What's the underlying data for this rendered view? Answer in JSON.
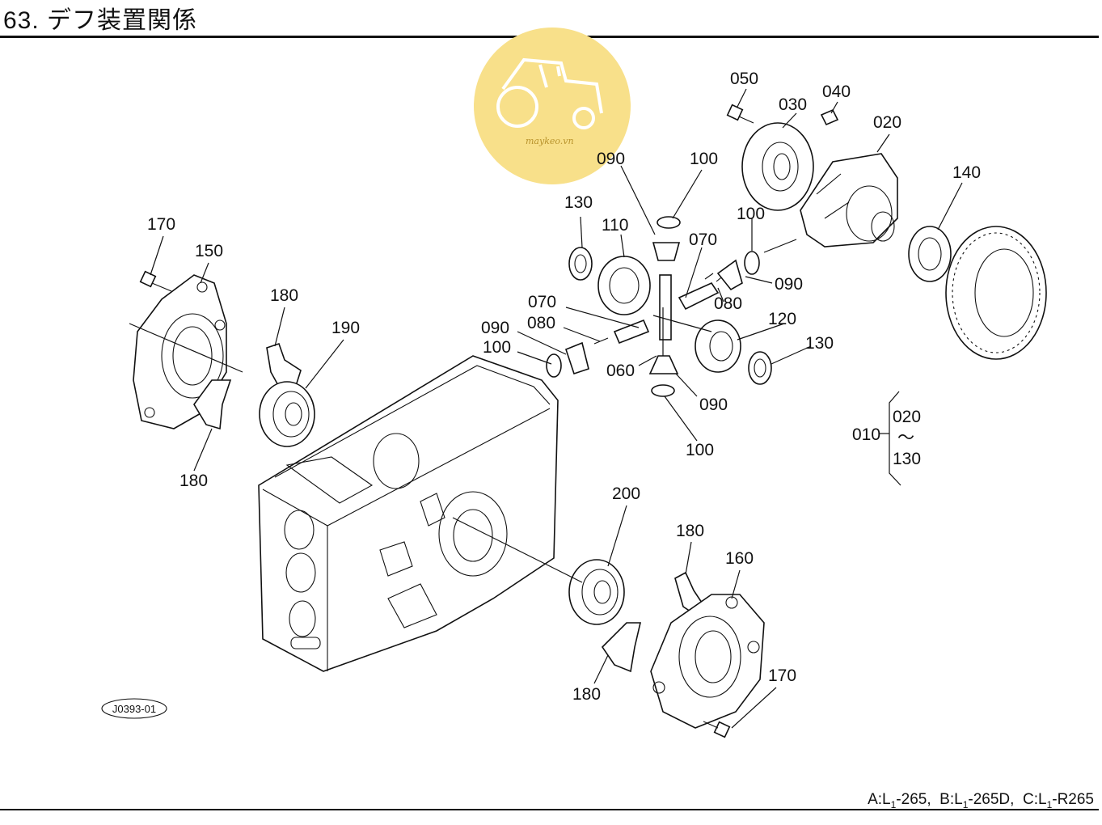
{
  "header": {
    "title": "63. デフ装置関係"
  },
  "footer": {
    "models": [
      {
        "prefix": "A:L",
        "sub": "1",
        "suffix": "-265"
      },
      {
        "prefix": "B:L",
        "sub": "1",
        "suffix": "-265D"
      },
      {
        "prefix": "C:L",
        "sub": "1",
        "suffix": "-R265"
      }
    ]
  },
  "watermark": {
    "text": "maykeo.vn",
    "icon": "tractor-icon",
    "color": "#f8e08a"
  },
  "drawing_code": "J0393-01",
  "callouts": {
    "c050": "050",
    "c030": "030",
    "c040": "040",
    "c020": "020",
    "c090a": "090",
    "c100a": "100",
    "c140": "140",
    "c130a": "130",
    "c110": "110",
    "c070a": "070",
    "c100b": "100",
    "c090b": "090",
    "c080a": "080",
    "c070b": "070",
    "c120": "120",
    "c090c": "090",
    "c080b": "080",
    "c130b": "130",
    "c100c": "100",
    "c060": "060",
    "c090d": "090",
    "c100d": "100",
    "c170a": "170",
    "c150": "150",
    "c180a": "180",
    "c190": "190",
    "c180b": "180",
    "c200": "200",
    "c180c": "180",
    "c160": "160",
    "c170b": "170",
    "c180d": "180"
  },
  "assembly_range": {
    "parent": "010",
    "from": "020",
    "tilde": "〜",
    "to": "130"
  }
}
